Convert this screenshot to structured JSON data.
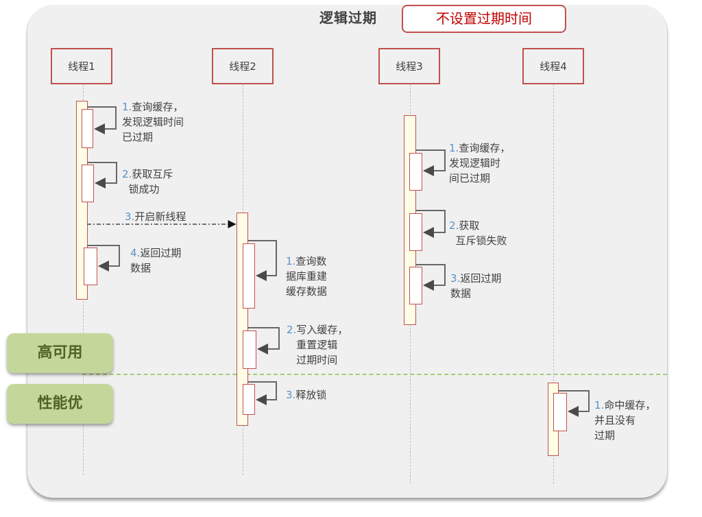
{
  "header": {
    "title": "逻辑过期",
    "badge": "不设置过期时间"
  },
  "threads": [
    {
      "label": "线程1"
    },
    {
      "label": "线程2"
    },
    {
      "label": "线程3"
    },
    {
      "label": "线程4"
    }
  ],
  "thread1": {
    "steps": [
      {
        "num": "1.",
        "text": "查询缓存，\n发现逻辑时间\n已过期"
      },
      {
        "num": "2.",
        "text": "获取互斥\n  锁成功"
      },
      {
        "num": "3.",
        "text": "开启新线程"
      },
      {
        "num": "4.",
        "text": "返回过期\n数据"
      }
    ]
  },
  "thread2": {
    "steps": [
      {
        "num": "1.",
        "text": "查询数\n据库重建\n缓存数据"
      },
      {
        "num": "2.",
        "text": "写入缓存，\n   重置逻辑\n   过期时间"
      },
      {
        "num": "3.",
        "text": "释放锁"
      }
    ]
  },
  "thread3": {
    "steps": [
      {
        "num": "1.",
        "text": "查询缓存，\n发现逻辑时\n间已过期"
      },
      {
        "num": "2.",
        "text": "获取\n  互斥锁失败"
      },
      {
        "num": "3.",
        "text": "返回过期\n数据"
      }
    ]
  },
  "thread4": {
    "steps": [
      {
        "num": "1.",
        "text": "命中缓存，\n并且没有\n过期"
      }
    ]
  },
  "tags": {
    "high_availability": "高可用",
    "performance": "性能优"
  }
}
